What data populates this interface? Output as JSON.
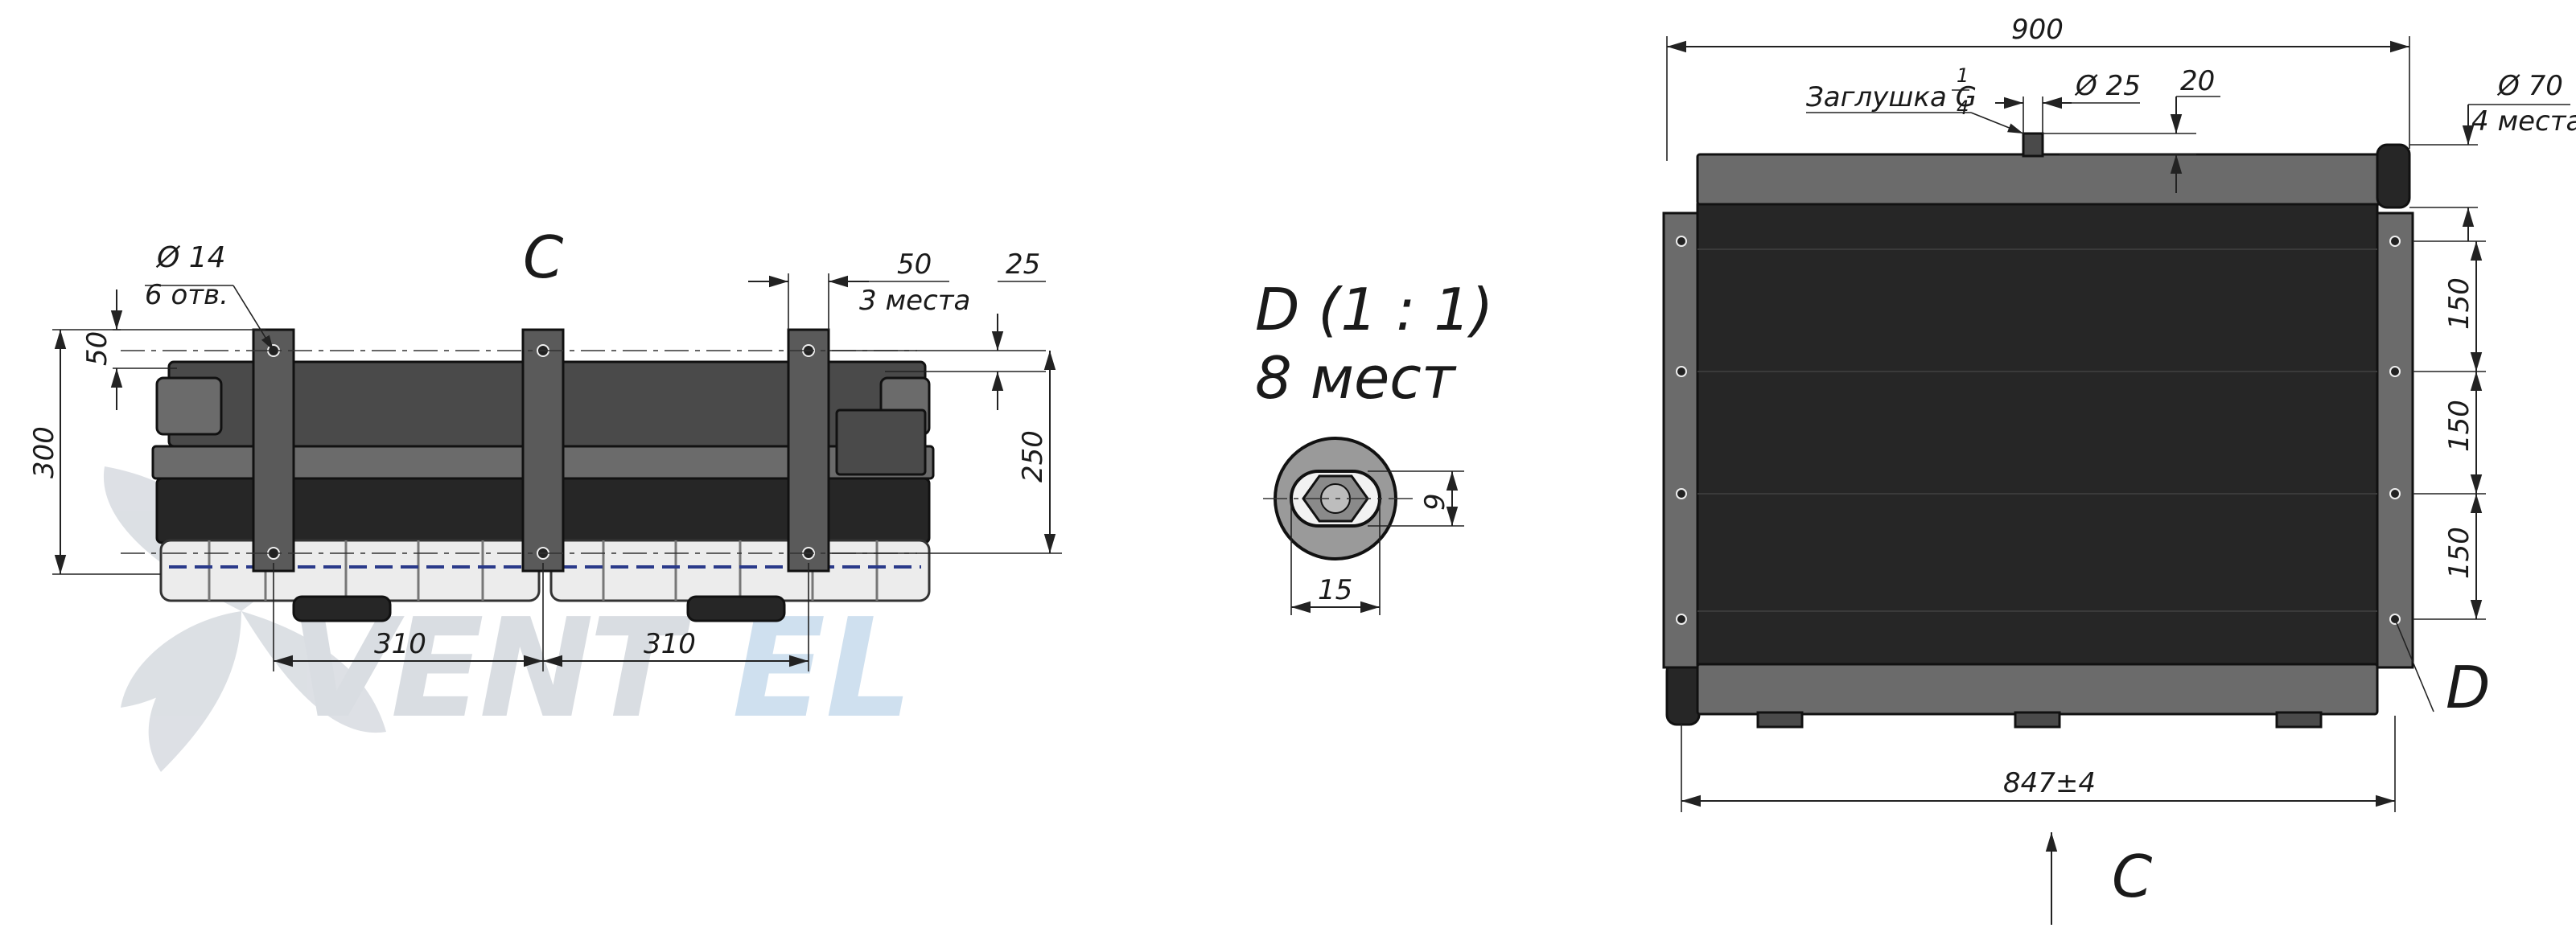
{
  "watermark": {
    "brand_dark": "VENT",
    "brand_light": "EL",
    "colors": {
      "dark": "#d9dde2",
      "light": "#cfe0ef"
    }
  },
  "side_view": {
    "view_label": "C",
    "hole_diameter": "Ø 14",
    "hole_count": "6 отв.",
    "dim_50_left": "50",
    "dim_300": "300",
    "dim_50_top": "50",
    "places_3": "3 места",
    "dim_25": "25",
    "dim_250": "250",
    "dim_310_a": "310",
    "dim_310_b": "310"
  },
  "detail_view": {
    "title_line1": "D (1 : 1)",
    "title_line2": "8 мест",
    "dim_9": "9",
    "dim_15": "15"
  },
  "front_view": {
    "dim_900": "900",
    "plug_label": "Заглушка G",
    "plug_fraction_num": "1",
    "plug_fraction_den": "4",
    "dim_d25": "Ø 25",
    "dim_20": "20",
    "dim_d70": "Ø 70",
    "places_4": "4 места",
    "dim_150_a": "150",
    "dim_150_b": "150",
    "dim_150_c": "150",
    "detail_callout": "D",
    "dim_847": "847±4",
    "view_arrow_label": "C"
  }
}
